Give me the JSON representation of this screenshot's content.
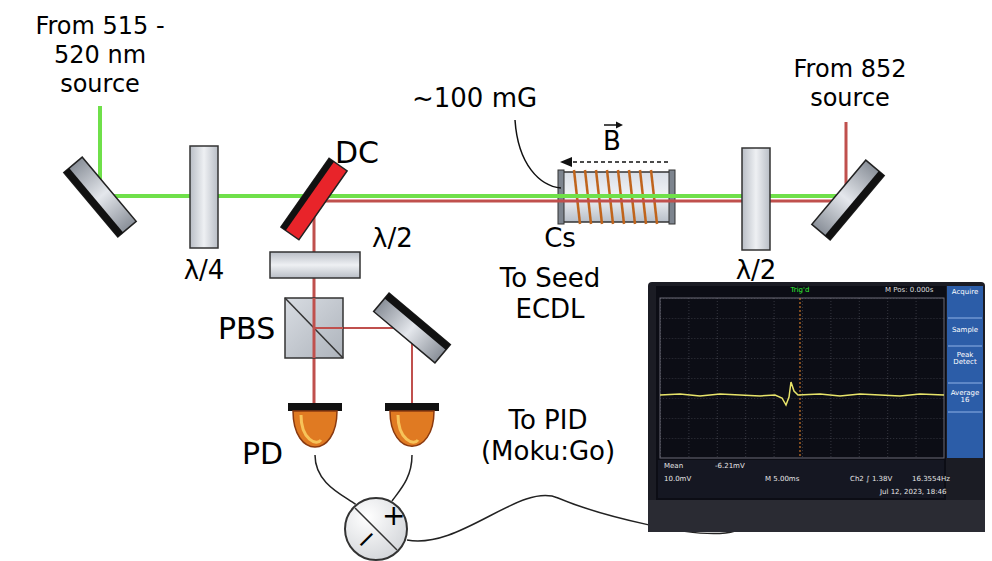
{
  "diagram": {
    "nodes": [
      {
        "text": [
          "PD"
        ]
      },
      {
        "text": [
          "+",
          "−"
        ]
      }
    ],
    "edges": [
      {
        "from": 0,
        "to": 1,
        "arrow": "none"
      }
    ],
    "labels": [
      "From 515 - 520 nm source",
      "From 852 source",
      "~100 mG",
      "B",
      "DC",
      "λ/4",
      "λ/2",
      "λ/2",
      "Cs",
      "PBS",
      "To Seed ECDL",
      "To PID (Moku:Go)",
      "Trig'd",
      "M Pos: 0.000s",
      "Acquire",
      "Sample",
      "Peak Detect",
      "Average 16",
      "Mean",
      "-6.21mV",
      "10.0mV",
      "M 5.00ms",
      "Ch2 ∫ 1.38V",
      "16.3554Hz",
      "Jul 12, 2023, 18:46"
    ]
  }
}
